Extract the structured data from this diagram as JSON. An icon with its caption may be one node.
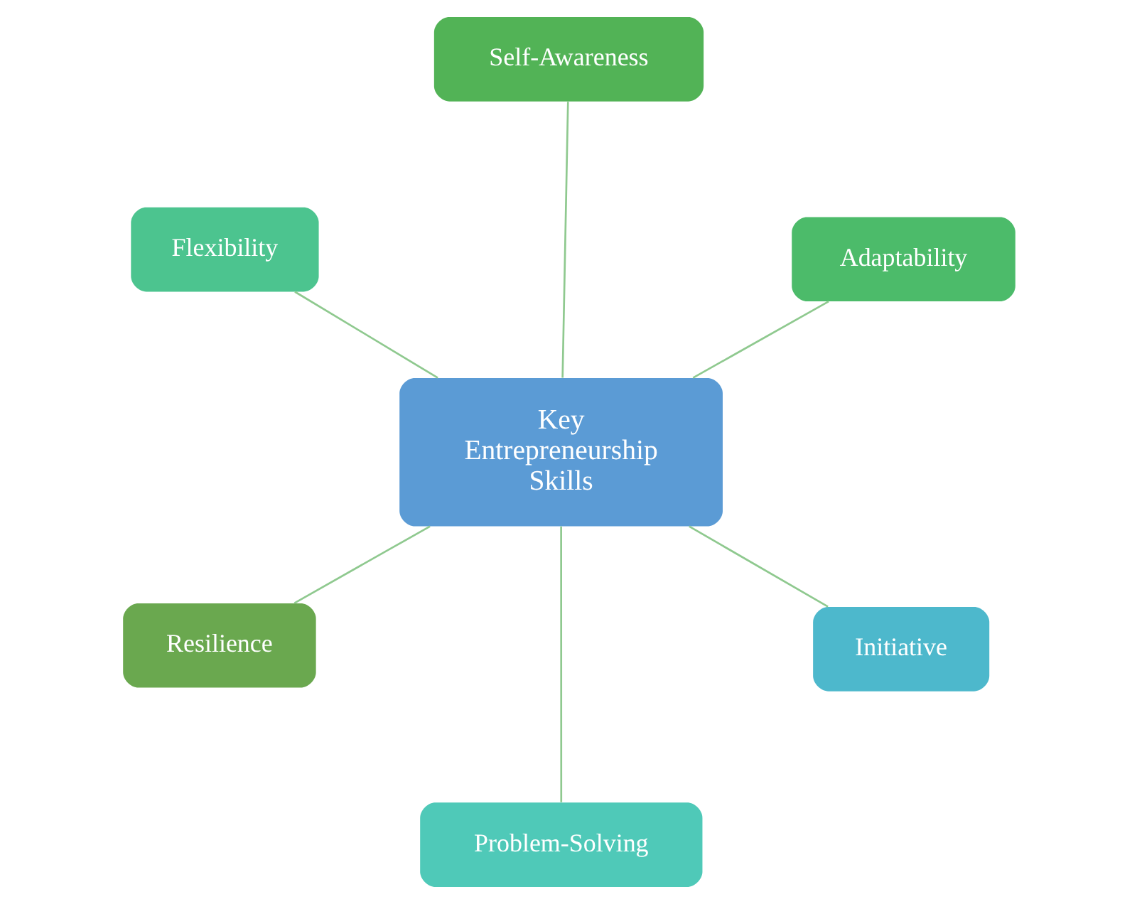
{
  "diagram": {
    "nodes": [
      {
        "text": [
          "Key Entrepreneurship Skills"
        ]
      },
      {
        "text": [
          "Initiative"
        ]
      },
      {
        "text": [
          "Problem-Solving"
        ]
      },
      {
        "text": [
          "Flexibility"
        ]
      },
      {
        "text": [
          "Adaptability"
        ]
      },
      {
        "text": [
          "Self-Awareness"
        ]
      },
      {
        "text": [
          "Resilience"
        ]
      }
    ],
    "edges": [
      {
        "from": 0,
        "to": 1,
        "arrow": "none"
      },
      {
        "from": 0,
        "to": 2,
        "arrow": "none"
      },
      {
        "from": 0,
        "to": 3,
        "arrow": "none"
      },
      {
        "from": 0,
        "to": 4,
        "arrow": "none"
      },
      {
        "from": 0,
        "to": 5,
        "arrow": "none"
      },
      {
        "from": 0,
        "to": 6,
        "arrow": "none"
      }
    ]
  }
}
